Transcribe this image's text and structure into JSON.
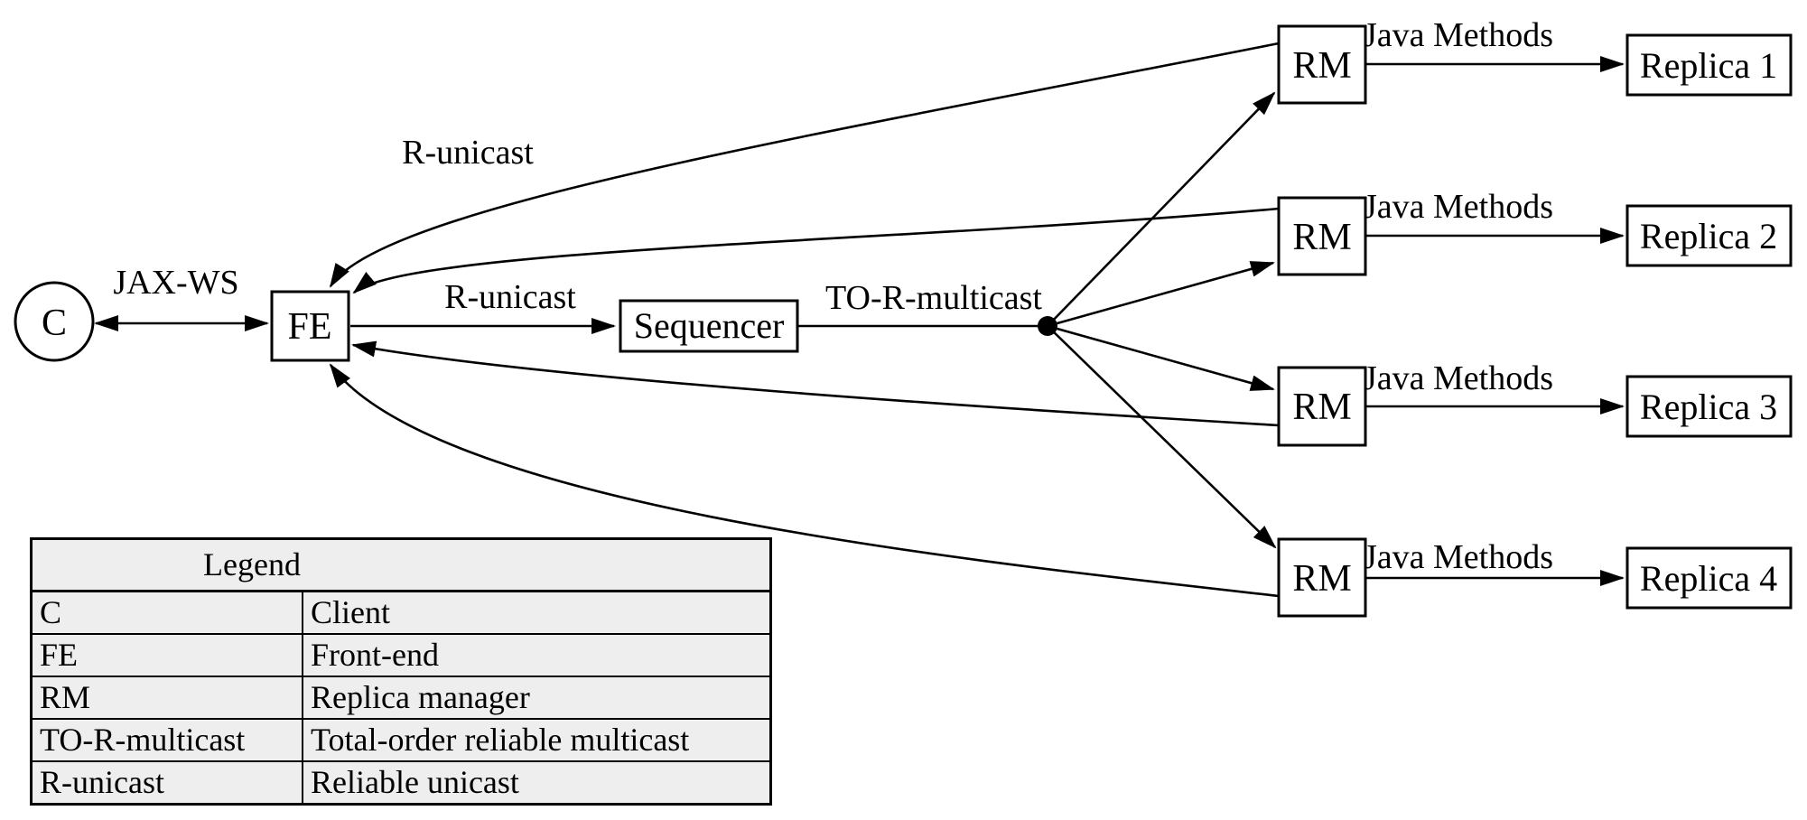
{
  "diagram": {
    "nodes": {
      "client": "C",
      "front_end": "FE",
      "sequencer": "Sequencer",
      "replica_manager": "RM",
      "replicas": [
        "Replica 1",
        "Replica 2",
        "Replica 3",
        "Replica 4"
      ]
    },
    "edge_labels": {
      "jax_ws": "JAX-WS",
      "r_unicast_top": "R-unicast",
      "r_unicast_mid": "R-unicast",
      "to_r_multicast": "TO-R-multicast",
      "java_methods": "Java Methods"
    }
  },
  "legend": {
    "title": "Legend",
    "rows": [
      {
        "term": "C",
        "definition": "Client"
      },
      {
        "term": "FE",
        "definition": "Front-end"
      },
      {
        "term": "RM",
        "definition": "Replica manager"
      },
      {
        "term": "TO-R-multicast",
        "definition": "Total-order reliable multicast"
      },
      {
        "term": "R-unicast",
        "definition": "Reliable unicast"
      }
    ]
  },
  "colors": {
    "stroke": "#000000",
    "text": "#000000",
    "table_background": "#eeeeee",
    "page_background": "#ffffff"
  }
}
